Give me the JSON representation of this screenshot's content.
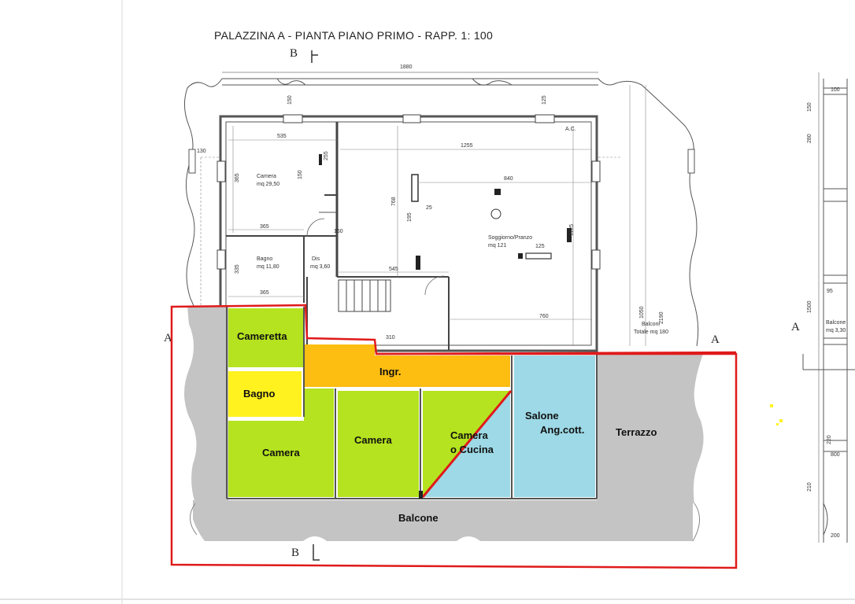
{
  "title": "PALAZZINA A - PIANTA PIANO PRIMO - RAPP. 1: 100",
  "section_marks": {
    "b_top": "B",
    "b_bottom": "B",
    "a_left": "A",
    "a_right": "A",
    "a_far_right": "A"
  },
  "rooms": {
    "cameretta": "Cameretta",
    "bagno": "Bagno",
    "ingr": "Ingr.",
    "camera_1": "Camera",
    "camera_2": "Camera",
    "camera_cucina_1": "Camera",
    "camera_cucina_2": "o Cucina",
    "salone_1": "Salone",
    "salone_2": "Ang.cott.",
    "terrazzo": "Terrazzo",
    "balcone": "Balcone"
  },
  "original_labels": {
    "camera_name": "Camera",
    "camera_area": "mq 29,50",
    "bagno_name": "Bagno",
    "bagno_area": "mq 11,80",
    "dis_name": "Dis",
    "dis_area": "mq 3,60",
    "soggiorno_name": "Soggiorno/Pranzo",
    "soggiorno_area": "mq 121",
    "balconi_name": "Balconi",
    "balconi_area": "Totale mq 180",
    "balcone_right_name": "Balcone",
    "balcone_right_area": "mq 3,30",
    "ac": "A.C."
  },
  "dimensions": {
    "top_total": "1880",
    "d_130": "130",
    "d_535": "535",
    "d_1255": "1255",
    "d_840": "840",
    "d_365": "365",
    "d_150": "150",
    "d_545": "545",
    "d_310": "310",
    "d_760": "760",
    "d_1050": "1050",
    "d_2190": "2190",
    "d_125": "125",
    "d_1125": "1125",
    "d_768": "768",
    "d_195": "195",
    "d_255": "255",
    "d_25": "25",
    "d_160": "160",
    "d_335": "335",
    "r_100": "100",
    "r_150": "150",
    "r_280": "280",
    "r_1500": "1500",
    "r_95": "95",
    "r_220": "220",
    "r_800": "800",
    "r_210": "210",
    "r_200": "200"
  },
  "colors": {
    "green": "#b5e31f",
    "yellow": "#fff21f",
    "orange": "#fdbd11",
    "blue": "#9dd9e6",
    "gray": "#c4c4c4",
    "red_outline": "#e01a1a"
  }
}
